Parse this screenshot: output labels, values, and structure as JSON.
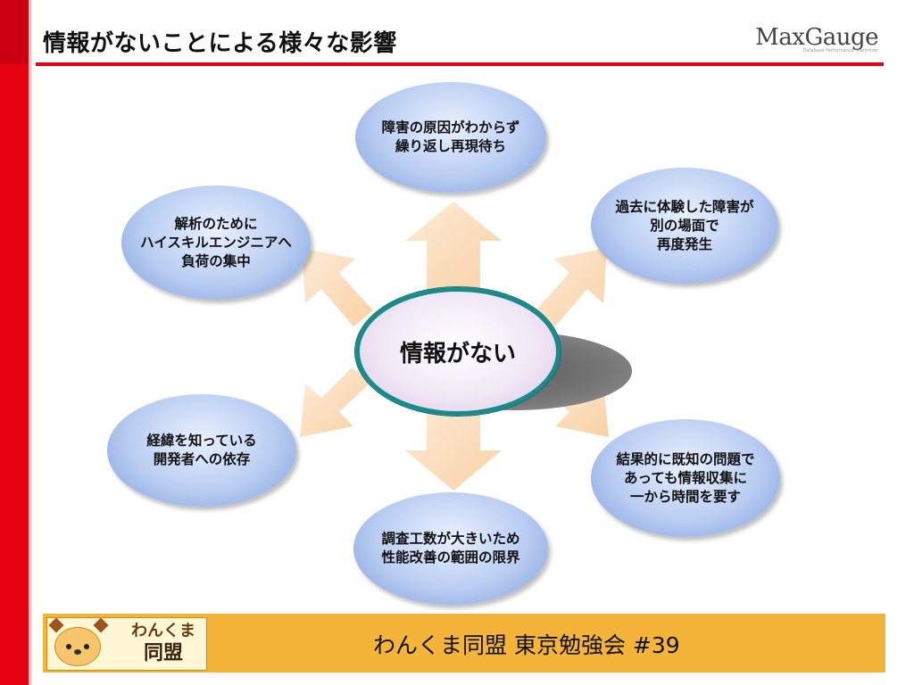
{
  "slide": {
    "title": "情報がないことによる様々な影響",
    "logo": {
      "main": "MaxGauge",
      "sub": "Database Performance Maximizer"
    }
  },
  "diagram": {
    "center_label": "情報がない",
    "nodes": [
      {
        "id": "top",
        "text": "障害の原因がわからず\n繰り返し再現待ち"
      },
      {
        "id": "upper-right",
        "text": "過去に体験した障害が\n別の場面で\n再度発生"
      },
      {
        "id": "lower-right",
        "text": "結果的に既知の問題で\nあっても情報収集に\n一から時間を要す"
      },
      {
        "id": "bottom",
        "text": "調査工数が大きいため\n性能改善の範囲の限界"
      },
      {
        "id": "lower-left",
        "text": "経緯を知っている\n開発者への依存"
      },
      {
        "id": "upper-left",
        "text": "解析のために\nハイスキルエンジニアへ\n負荷の集中"
      }
    ],
    "colors": {
      "node_fill": "#b9cdf2",
      "center_border": "#1a8a8a",
      "arrow_fill": "#fce3c8",
      "accent_red": "#e60012",
      "footer_bg": "#f4b43a"
    }
  },
  "footer": {
    "logo_line1": "わんくま",
    "logo_line2": "同盟",
    "text": "わんくま同盟 東京勉強会 #39"
  }
}
